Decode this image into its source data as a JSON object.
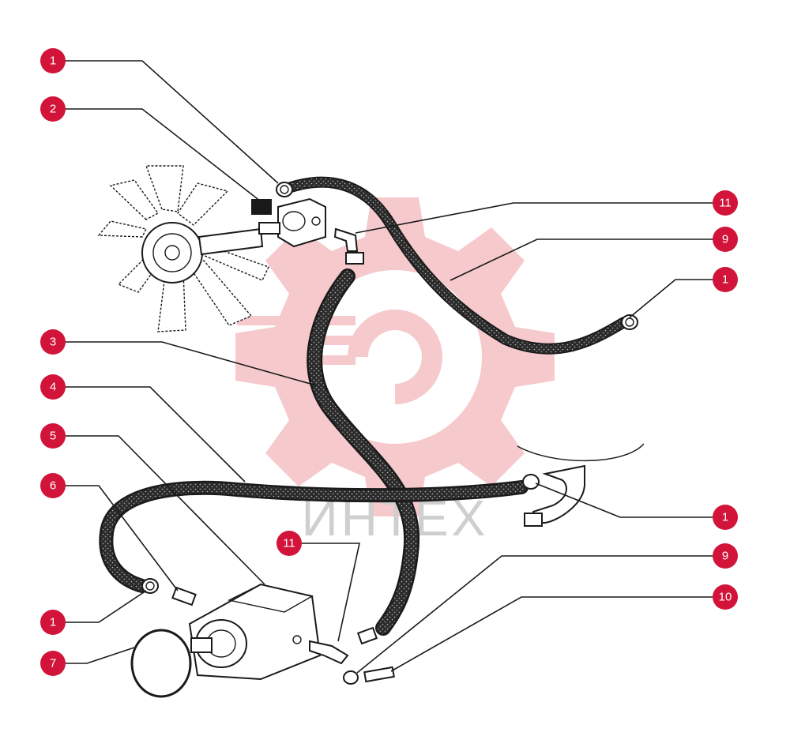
{
  "diagram": {
    "callouts": [
      {
        "id": "c-1a",
        "label": "1"
      },
      {
        "id": "c-2",
        "label": "2"
      },
      {
        "id": "c-11a",
        "label": "11"
      },
      {
        "id": "c-9a",
        "label": "9"
      },
      {
        "id": "c-1b",
        "label": "1"
      },
      {
        "id": "c-3",
        "label": "3"
      },
      {
        "id": "c-4",
        "label": "4"
      },
      {
        "id": "c-5",
        "label": "5"
      },
      {
        "id": "c-6",
        "label": "6"
      },
      {
        "id": "c-1c",
        "label": "1"
      },
      {
        "id": "c-11b",
        "label": "11"
      },
      {
        "id": "c-9b",
        "label": "9"
      },
      {
        "id": "c-10",
        "label": "10"
      },
      {
        "id": "c-1d",
        "label": "1"
      },
      {
        "id": "c-7",
        "label": "7"
      }
    ],
    "watermark": {
      "text": "ИНТЕХ"
    },
    "colors": {
      "badge": "#d2143a",
      "watermark": "#f6c9cc",
      "line": "#1a1a1a"
    }
  }
}
